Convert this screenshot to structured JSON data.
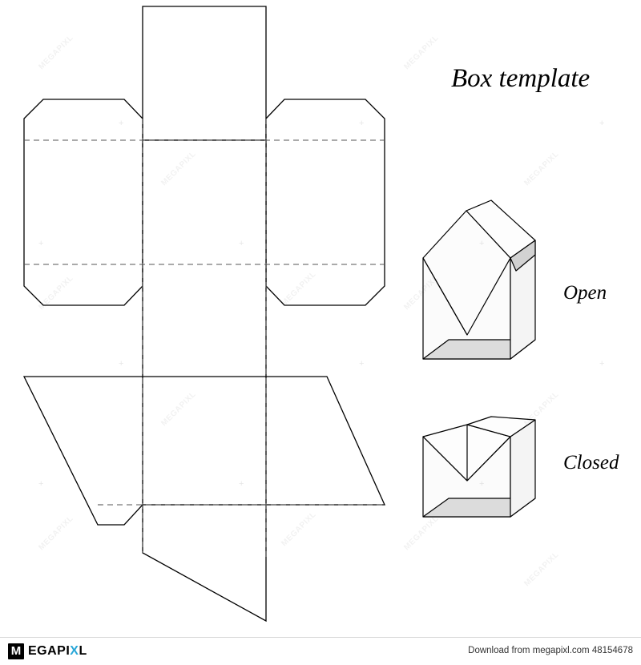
{
  "document": {
    "title": "Box template",
    "background_color": "#ffffff",
    "line_color": "#000000",
    "shade_color": "#dcdcdc",
    "fold_line_style": "dashed"
  },
  "labels": {
    "title": "Box template",
    "open": "Open",
    "closed": "Closed"
  },
  "diagram": {
    "flat_template": {
      "name": "die-cut box template",
      "description": "Cross-shaped flat box net with dashed fold lines, chamfered side flaps and angled bottom closure panels"
    },
    "previews": [
      {
        "name": "open-box-preview",
        "caption": "Open"
      },
      {
        "name": "closed-box-preview",
        "caption": "Closed"
      }
    ]
  },
  "footer": {
    "brand_mark": "M",
    "brand_name_prefix": "EGAPI",
    "brand_name_accent": "X",
    "brand_name_suffix": "L",
    "download_text": "Download from megapixl.com 48154678"
  },
  "watermarks": {
    "text": "MEGAPIXL",
    "cross": "+"
  }
}
